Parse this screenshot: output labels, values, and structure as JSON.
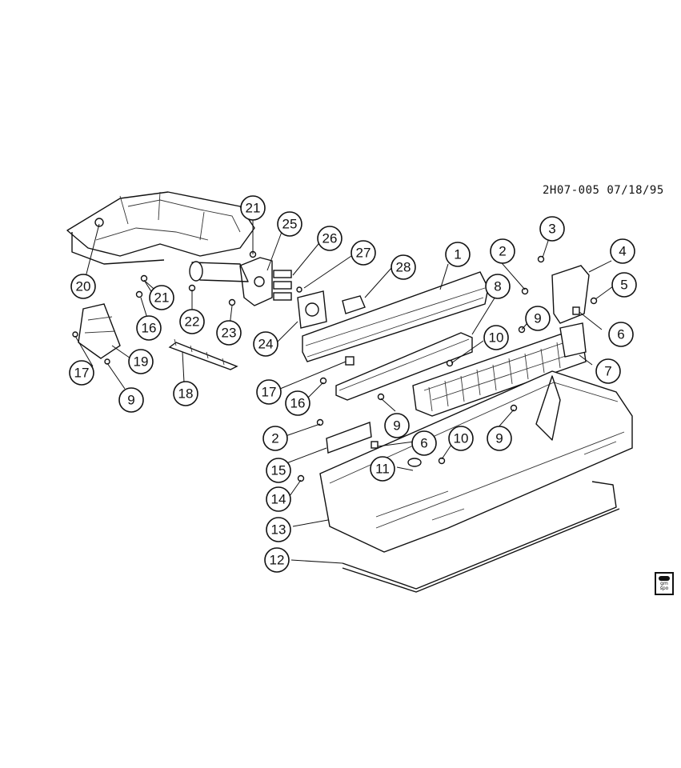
{
  "document": {
    "id_text": "2H07-005 07/18/95"
  },
  "logo": {
    "line1": "gm",
    "line2": "spo"
  },
  "callouts": [
    "1",
    "2",
    "3",
    "4",
    "5",
    "6",
    "7",
    "8",
    "9",
    "10",
    "11",
    "12",
    "13",
    "14",
    "15",
    "16",
    "17",
    "18",
    "19",
    "20",
    "21",
    "22",
    "23",
    "24",
    "25",
    "26",
    "27",
    "28"
  ]
}
